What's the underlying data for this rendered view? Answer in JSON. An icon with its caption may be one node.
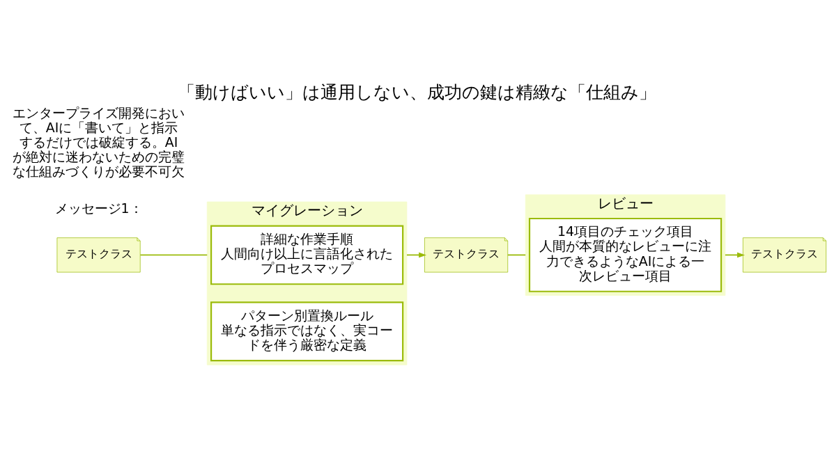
{
  "diagram": {
    "title": "「動けばいい」は通用しない、成功の鍵は精緻な「仕組み」",
    "nodes": [
      {
        "text": [
          "テストクラス"
        ]
      },
      {
        "text": [
          "マイグレーション"
        ]
      },
      {
        "text": [
          "詳細な作業手順",
          "人間向け以上に言語化されたプロセスマップ"
        ],
        "in": 1
      },
      {
        "text": [
          "パターン別置換ルール",
          "単なる指示ではなく、実コードを伴う厳密な定義"
        ],
        "in": 1
      },
      {
        "text": [
          "テストクラス"
        ]
      },
      {
        "text": [
          "レビュー"
        ]
      },
      {
        "text": [
          "14項目のチェック項目",
          "人間が本質的なレビューに注力できるようなAIによる一次レビュー項目"
        ],
        "in": 5
      },
      {
        "text": [
          "テストクラス"
        ]
      }
    ],
    "edges": [
      {
        "from": 0,
        "to": 1,
        "arrow": "none"
      },
      {
        "from": 1,
        "to": 4,
        "arrow": "to"
      },
      {
        "from": 4,
        "to": 5,
        "arrow": "none"
      },
      {
        "from": 5,
        "to": 7,
        "arrow": "to"
      }
    ],
    "labels": [
      "メッセージ1：",
      "エンタープライズ開発において、AIに「書いて」と指示するだけでは破綻する。AIが絶対に迷わないための完璧な仕組みづくりが必要不可欠"
    ]
  }
}
